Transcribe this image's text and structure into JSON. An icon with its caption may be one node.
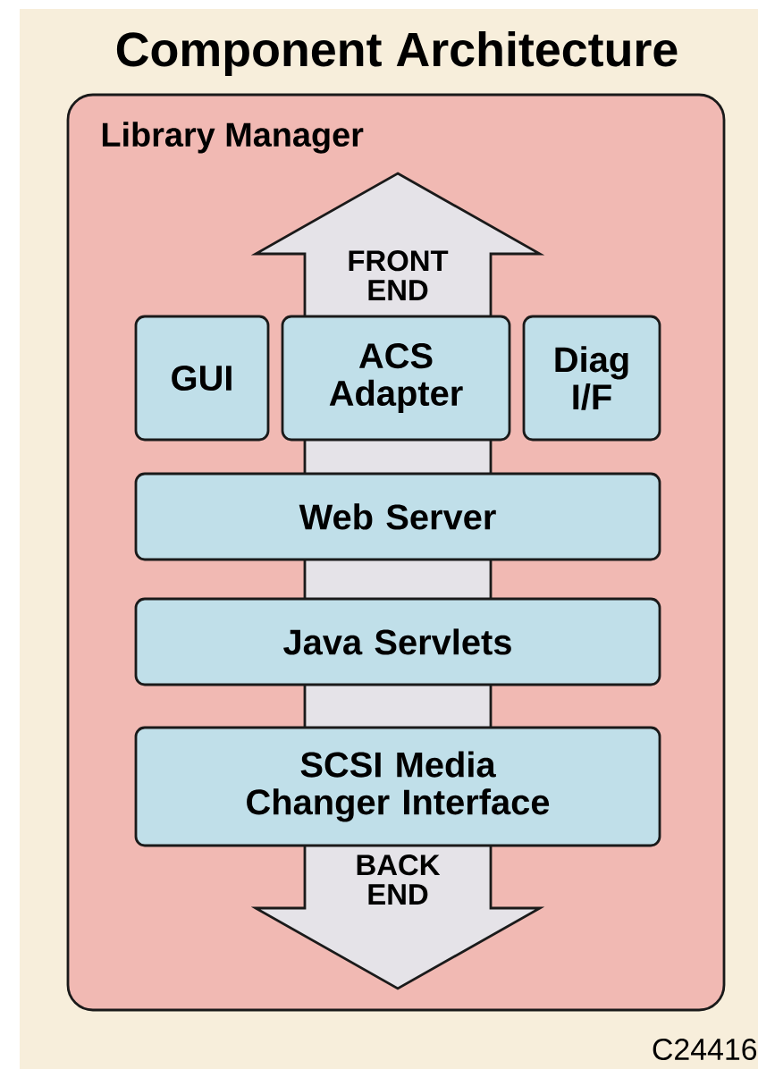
{
  "diagram": {
    "title": "Component Architecture",
    "nodes": [
      {
        "text": [
          "Library Manager"
        ]
      },
      {
        "text": [
          "FRONT END",
          "BACK END"
        ],
        "in": 0
      },
      {
        "text": [
          "GUI"
        ],
        "in": 0
      },
      {
        "text": [
          "ACS Adapter"
        ],
        "in": 1
      },
      {
        "text": [
          "Diag I/F"
        ],
        "in": 0
      },
      {
        "text": [
          "Web Server"
        ],
        "in": 0
      },
      {
        "text": [
          "Java Servlets"
        ],
        "in": 0
      },
      {
        "text": [
          "SCSI Media Changer Interface"
        ],
        "in": 0
      }
    ],
    "labels": [
      "C24416"
    ]
  }
}
